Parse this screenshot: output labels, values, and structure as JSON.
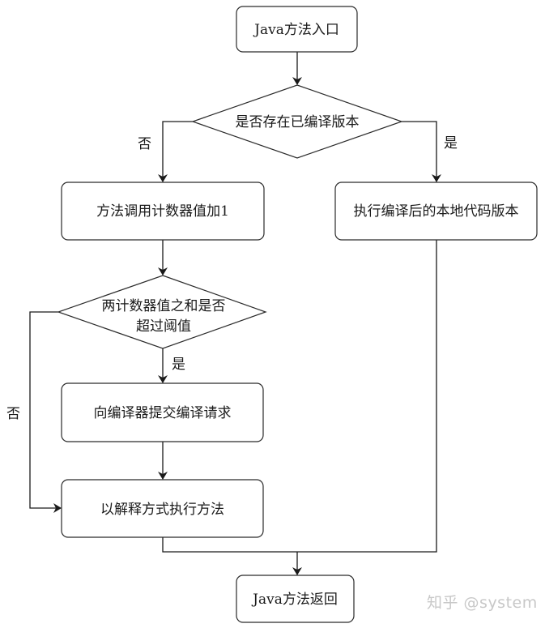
{
  "nodes": {
    "start": {
      "label": "Java方法入口",
      "shape": "rounded-rect"
    },
    "decision_compiled": {
      "label": "是否存在已编译版本",
      "shape": "diamond"
    },
    "increment_counter": {
      "label": "方法调用计数器值加1",
      "shape": "rounded-rect"
    },
    "execute_native": {
      "label": "执行编译后的本地代码版本",
      "shape": "rounded-rect"
    },
    "decision_threshold": {
      "label_line1": "两计数器值之和是否",
      "label_line2": "超过阈值",
      "shape": "diamond"
    },
    "submit_compile": {
      "label": "向编译器提交编译请求",
      "shape": "rounded-rect"
    },
    "interpret": {
      "label": "以解释方式执行方法",
      "shape": "rounded-rect"
    },
    "end": {
      "label": "Java方法返回",
      "shape": "rounded-rect"
    }
  },
  "edges": {
    "compiled_no": {
      "from": "decision_compiled",
      "to": "increment_counter",
      "label": "否"
    },
    "compiled_yes": {
      "from": "decision_compiled",
      "to": "execute_native",
      "label": "是"
    },
    "threshold_yes": {
      "from": "decision_threshold",
      "to": "submit_compile",
      "label": "是"
    },
    "threshold_no": {
      "from": "decision_threshold",
      "to": "interpret",
      "label": "否"
    }
  },
  "watermark": "知乎 @system",
  "colors": {
    "stroke": "#1a1a1a",
    "background": "#ffffff",
    "watermark": "#c8c8c8"
  }
}
